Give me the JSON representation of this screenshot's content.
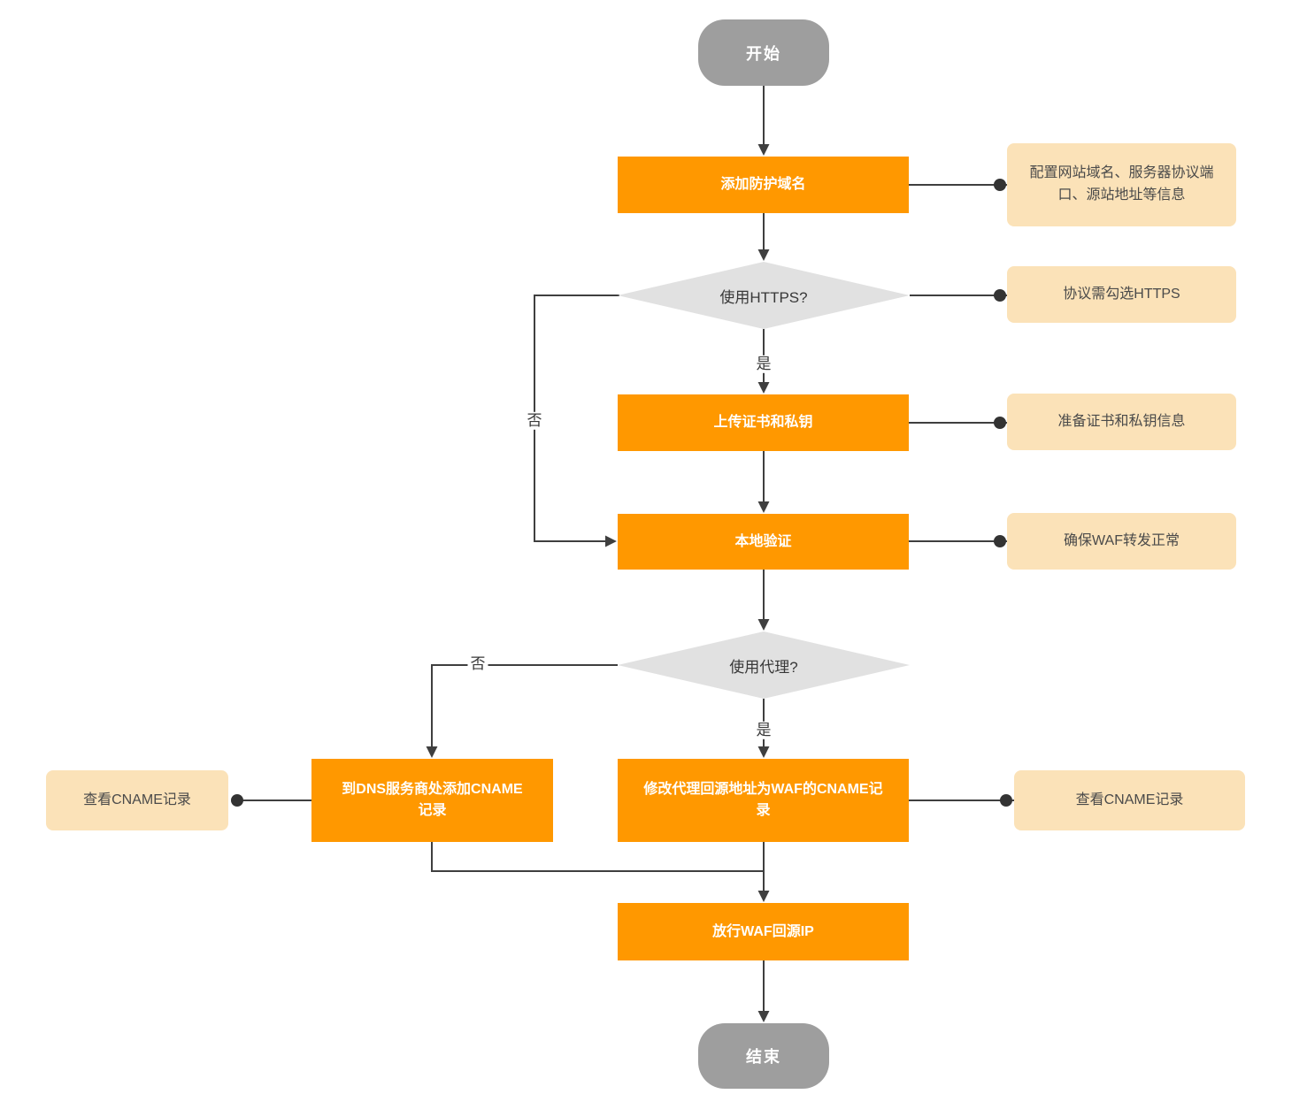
{
  "nodes": {
    "start": {
      "label": "开始"
    },
    "add_domain": {
      "label": "添加防护域名"
    },
    "https_decision": {
      "label": "使用HTTPS?"
    },
    "upload_cert": {
      "label": "上传证书和私钥"
    },
    "local_verify": {
      "label": "本地验证"
    },
    "proxy_decision": {
      "label": "使用代理?"
    },
    "dns_cname": {
      "label": "到DNS服务商处添加CNAME记录"
    },
    "proxy_cname": {
      "label": "修改代理回源地址为WAF的CNAME记录"
    },
    "allow_ip": {
      "label": "放行WAF回源IP"
    },
    "end": {
      "label": "结束"
    }
  },
  "notes": {
    "add_domain_note": {
      "label": "配置网站域名、服务器协议端口、源站地址等信息"
    },
    "https_note": {
      "label": "协议需勾选HTTPS"
    },
    "cert_note": {
      "label": "准备证书和私钥信息"
    },
    "verify_note": {
      "label": "确保WAF转发正常"
    },
    "cname_left_note": {
      "label": "查看CNAME记录"
    },
    "cname_right_note": {
      "label": "查看CNAME记录"
    }
  },
  "edge_labels": {
    "https_yes": "是",
    "https_no": "否",
    "proxy_yes": "是",
    "proxy_no": "否"
  },
  "colors": {
    "process_fill": "#ff9800",
    "note_fill": "#fbe2b8",
    "terminal_fill": "#9e9e9e",
    "decision_fill": "#e1e1e1",
    "edge_stroke": "#3f3f3f",
    "process_text": "#ffffff",
    "note_text": "#4a4a4a"
  }
}
